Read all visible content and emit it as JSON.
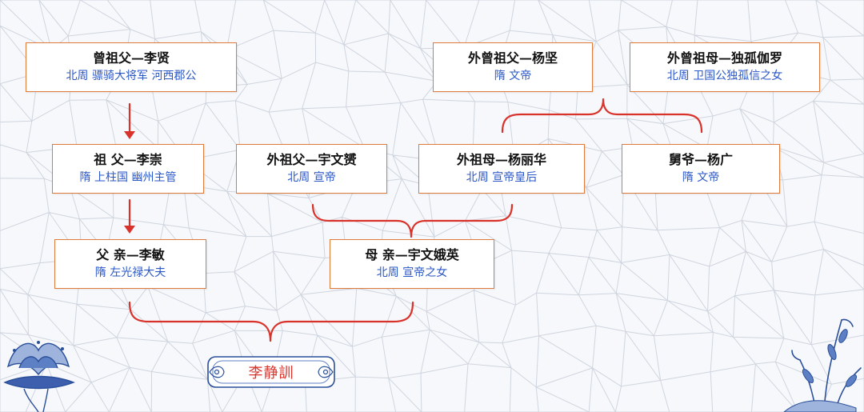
{
  "nodes": {
    "great_grandfather": {
      "name": "曾祖父—李贤",
      "desc": "北周  骠骑大将军  河西郡公"
    },
    "grandfather": {
      "name": "祖  父—李崇",
      "desc": "隋  上柱国  幽州主管"
    },
    "father": {
      "name": "父  亲—李敏",
      "desc": "隋  左光禄大夫"
    },
    "mother": {
      "name": "母  亲—宇文娥英",
      "desc": "北周  宣帝之女"
    },
    "maternal_grandfather": {
      "name": "外祖父—宇文赟",
      "desc": "北周  宣帝"
    },
    "maternal_grandmother": {
      "name": "外祖母—杨丽华",
      "desc": "北周  宣帝皇后"
    },
    "maternal_great_grandfather": {
      "name": "外曾祖父—杨坚",
      "desc": "隋  文帝"
    },
    "maternal_great_grandmother": {
      "name": "外曾祖母—独孤伽罗",
      "desc": "北周  卫国公独孤信之女"
    },
    "maternal_great_uncle": {
      "name": "舅爷—杨广",
      "desc": "隋  文帝"
    }
  },
  "subject": {
    "name": "李静訓"
  },
  "colors": {
    "border": "#e07a3a",
    "connector": "#d8322a",
    "desc_text": "#2a56c6",
    "title_text": "#111111"
  }
}
